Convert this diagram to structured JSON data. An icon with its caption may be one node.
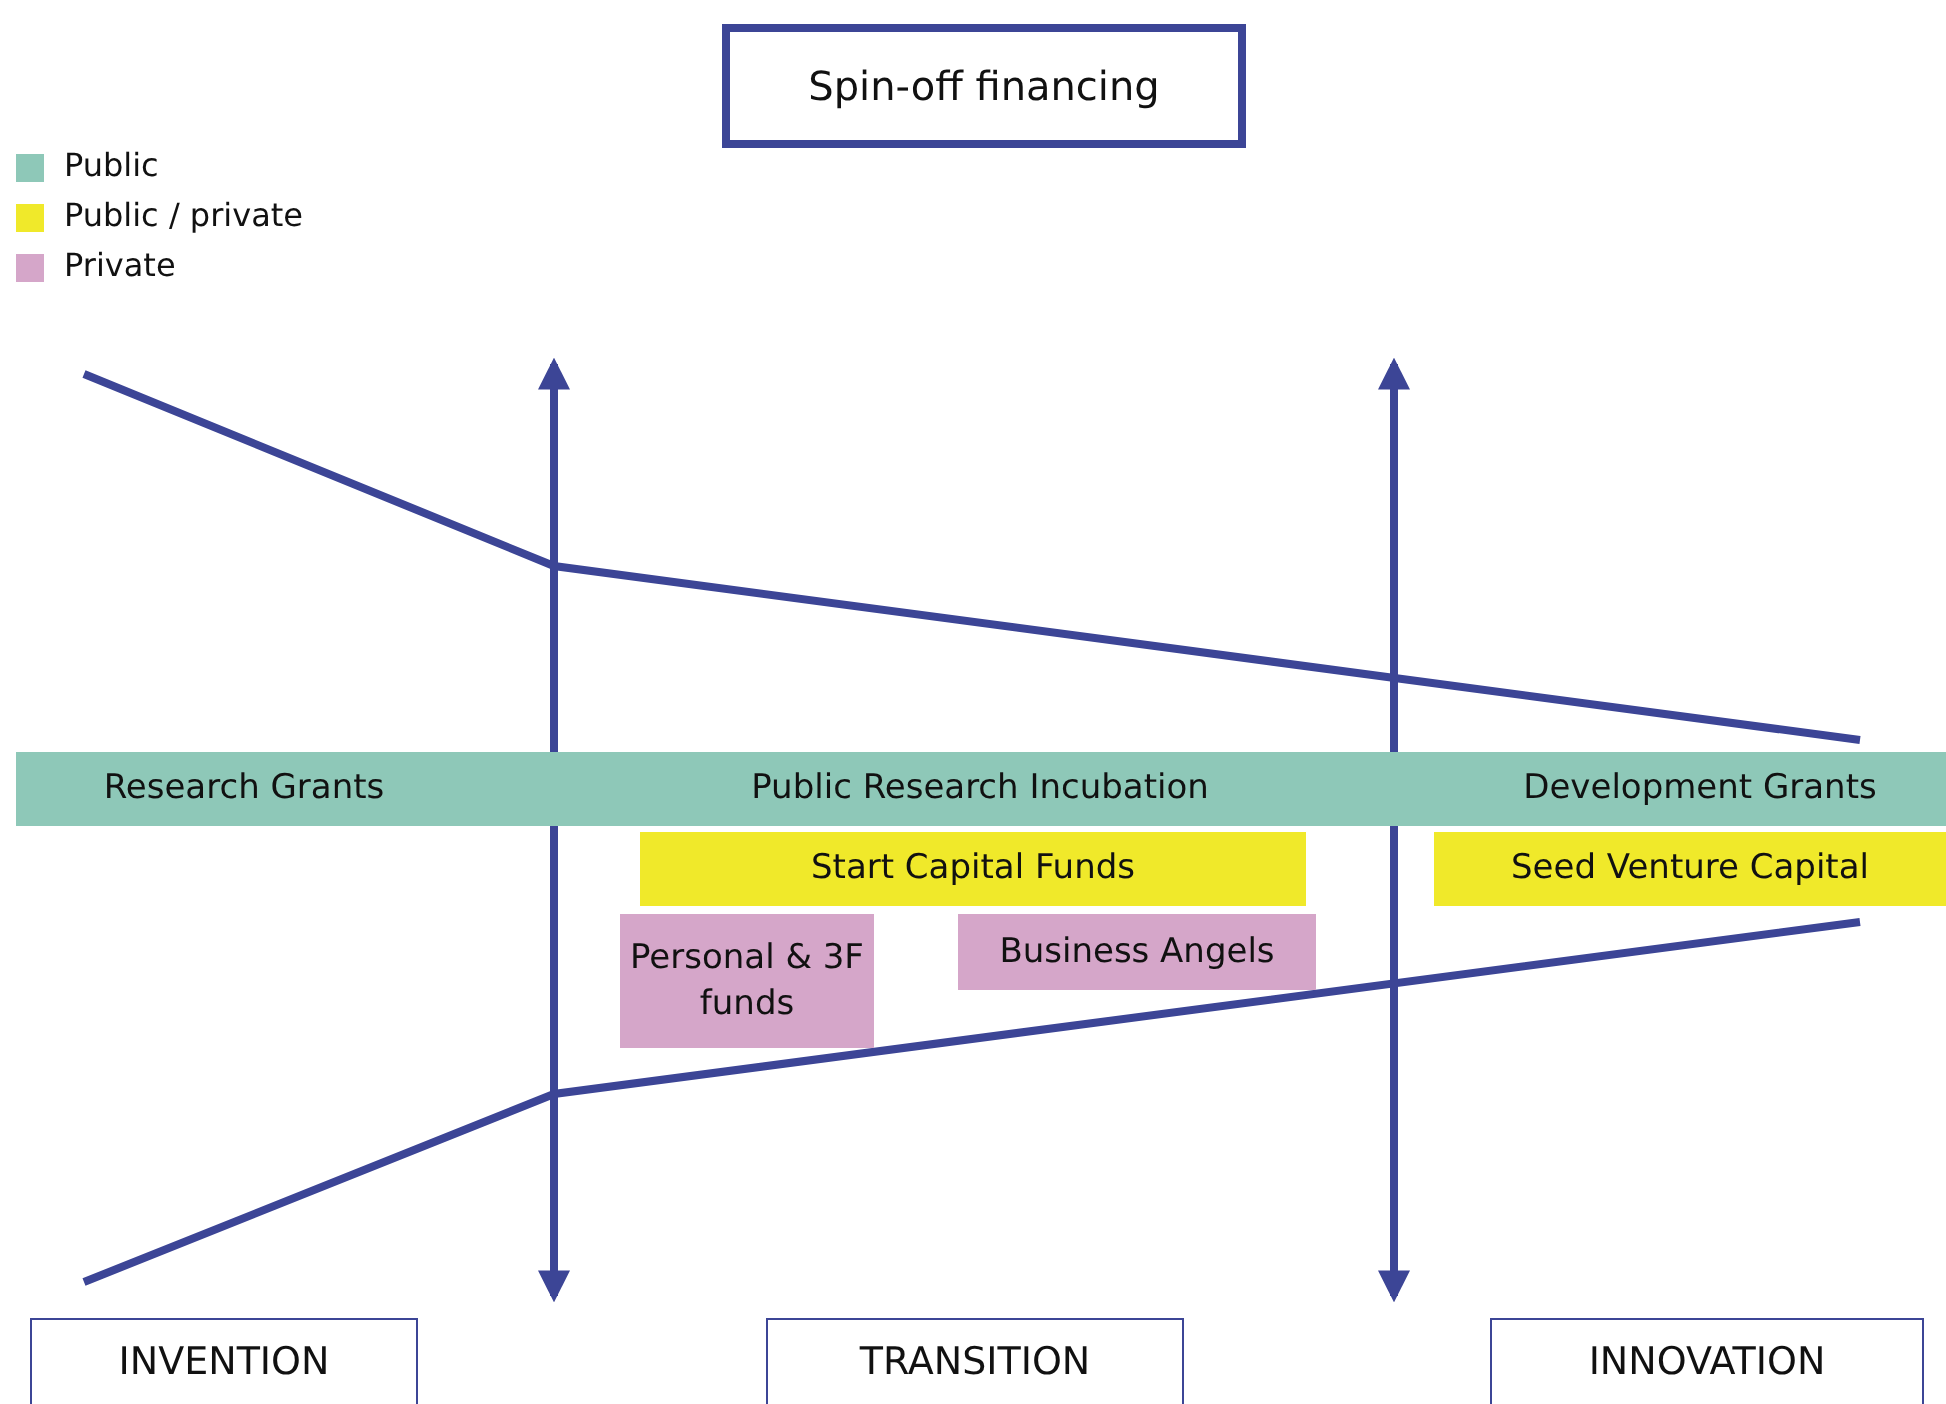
{
  "diagram": {
    "title": "Spin-off financing",
    "nodes": [
      {
        "text": [
          "Research Grants",
          "Public Research Incubation",
          "Development Grants"
        ]
      },
      {
        "text": [
          "Start Capital Funds"
        ]
      },
      {
        "text": [
          "Seed Venture Capital"
        ]
      },
      {
        "text": [
          "Personal & 3F funds"
        ]
      },
      {
        "text": [
          "Business Angels"
        ]
      },
      {
        "text": [
          "INVENTION"
        ]
      },
      {
        "text": [
          "TRANSITION"
        ]
      },
      {
        "text": [
          "INNOVATION"
        ]
      }
    ],
    "legend": [
      {
        "text": "Public",
        "color": "#8ec8b8"
      },
      {
        "text": "Public / private",
        "color": "#f0e92a"
      },
      {
        "text": "Private",
        "color": "#d5a6c9"
      }
    ]
  }
}
